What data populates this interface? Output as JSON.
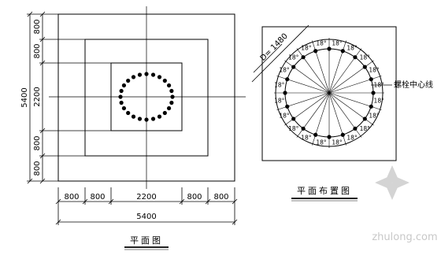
{
  "left_view": {
    "caption": "平面图",
    "vertical_dims": [
      "800",
      "800",
      "2200",
      "800",
      "800"
    ],
    "vertical_total": "5400",
    "horizontal_dims": [
      "800",
      "800",
      "2200",
      "800",
      "800"
    ],
    "horizontal_total": "5400",
    "bolt_count": 24
  },
  "right_view": {
    "caption": "平面布置图",
    "diameter_label": "D= 1480",
    "centerline_label": "螺栓中心线",
    "angle_label": "18°",
    "angle_label_count": 20,
    "bolt_count": 20
  },
  "watermark": {
    "text": "zhulong.com"
  }
}
